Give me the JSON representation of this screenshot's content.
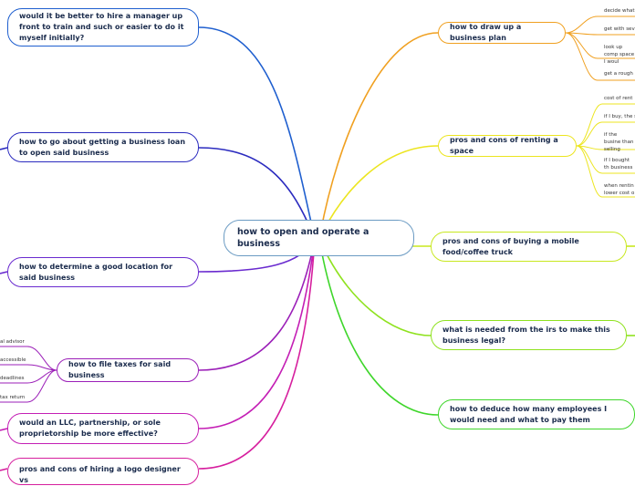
{
  "center": {
    "label": "how to open and operate a business"
  },
  "left_topics": [
    {
      "label": "would it be better to hire a manager up front to train and such or easier to do it myself initially?",
      "color": "#1f5fcf"
    },
    {
      "label": "how to go about getting a business loan to open said business",
      "color": "#2b2bbf"
    },
    {
      "label": "how to determine a good location for said business",
      "color": "#6a2bcf"
    },
    {
      "label": "how to file taxes for said business",
      "color": "#9b1fb8",
      "subtopics": [
        "al advisor",
        "accessible",
        "deadlines",
        "tax return"
      ]
    },
    {
      "label": "would an LLC, partnership, or sole proprietorship be more effective?",
      "color": "#c41fb5"
    },
    {
      "label": "pros and cons of hiring a logo designer vs",
      "color": "#d61f9e"
    }
  ],
  "right_topics": [
    {
      "label": "how to draw up a business plan",
      "color": "#f0a020",
      "subtopics": [
        "decide what",
        "get with seve",
        "look up comp space I woul",
        "get a rough l"
      ]
    },
    {
      "label": "pros and cons of renting a space",
      "color": "#ece51f",
      "subtopics": [
        "cost of rent",
        "if I buy, the s",
        "if the busine than selling",
        "if I bought th business",
        "when rentin lower cost o"
      ]
    },
    {
      "label": "pros and cons of buying a mobile food/coffee truck",
      "color": "#c8e81f"
    },
    {
      "label": "what is needed from the irs to make this business legal?",
      "color": "#8fe21f"
    },
    {
      "label": "how to deduce how many employees I would need and what to pay them",
      "color": "#3fd62b"
    }
  ]
}
